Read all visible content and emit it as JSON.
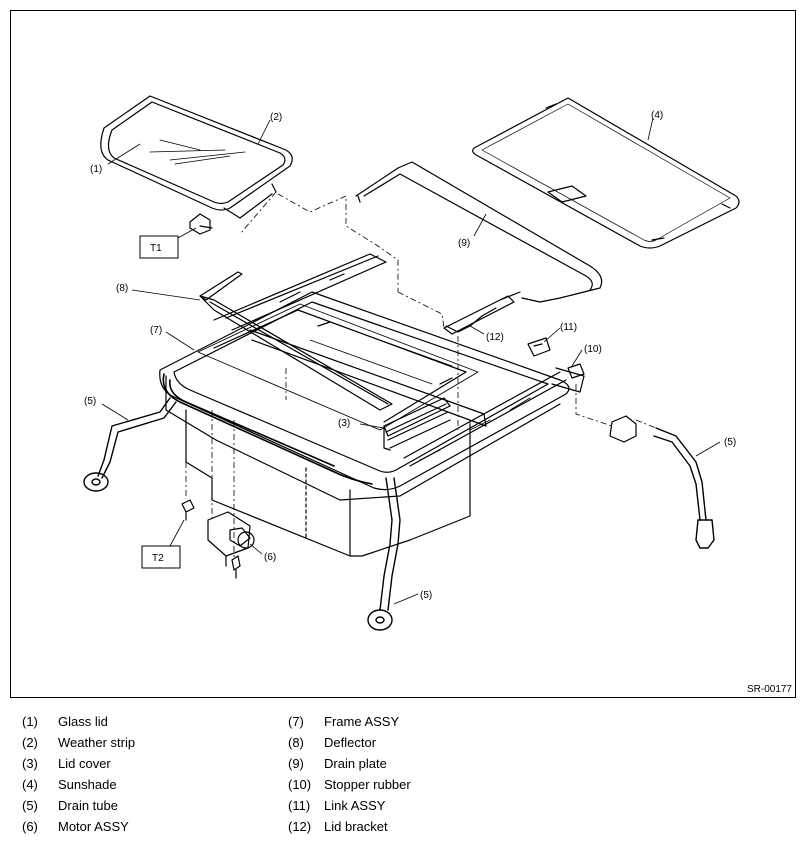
{
  "figure_code": "SR-00177",
  "callouts": {
    "c1": "(1)",
    "c2": "(2)",
    "c3": "(3)",
    "c4": "(4)",
    "c5a": "(5)",
    "c5b": "(5)",
    "c5c": "(5)",
    "c6": "(6)",
    "c7": "(7)",
    "c8": "(8)",
    "c9": "(9)",
    "c10": "(10)",
    "c11": "(11)",
    "c12": "(12)"
  },
  "torque_tags": {
    "t1": "T1",
    "t2": "T2"
  },
  "legend": [
    {
      "number": "(1)",
      "name": "Glass lid"
    },
    {
      "number": "(2)",
      "name": "Weather strip"
    },
    {
      "number": "(3)",
      "name": "Lid cover"
    },
    {
      "number": "(4)",
      "name": "Sunshade"
    },
    {
      "number": "(5)",
      "name": "Drain tube"
    },
    {
      "number": "(6)",
      "name": "Motor ASSY"
    },
    {
      "number": "(7)",
      "name": "Frame ASSY"
    },
    {
      "number": "(8)",
      "name": "Deflector"
    },
    {
      "number": "(9)",
      "name": "Drain plate"
    },
    {
      "number": "(10)",
      "name": "Stopper rubber"
    },
    {
      "number": "(11)",
      "name": "Link ASSY"
    },
    {
      "number": "(12)",
      "name": "Lid bracket"
    }
  ]
}
